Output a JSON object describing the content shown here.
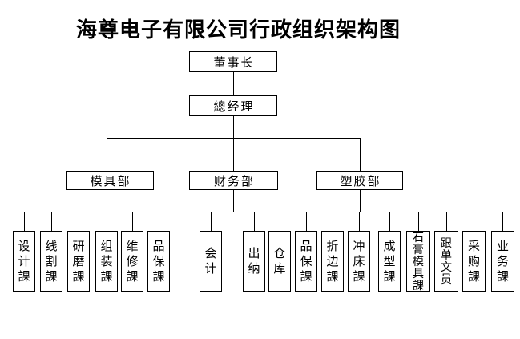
{
  "title": "海尊电子有限公司行政组织架构图",
  "org": {
    "chairman": "董事长",
    "general_manager": "總经理",
    "departments": [
      {
        "label": "模具部",
        "children": [
          "设计課",
          "线割課",
          "研磨課",
          "组装課",
          "维修課",
          "品保課"
        ]
      },
      {
        "label": "财务部",
        "children": [
          "会计",
          "出纳"
        ]
      },
      {
        "label": "塑胶部",
        "children": [
          "仓库",
          "品保課",
          "折边課",
          "冲床課",
          "成型課",
          "石膏模具課",
          "跟单文员",
          "采购課",
          "业务課"
        ]
      }
    ]
  },
  "colors": {
    "background": "#ffffff",
    "line": "#000000",
    "text": "#000000"
  }
}
